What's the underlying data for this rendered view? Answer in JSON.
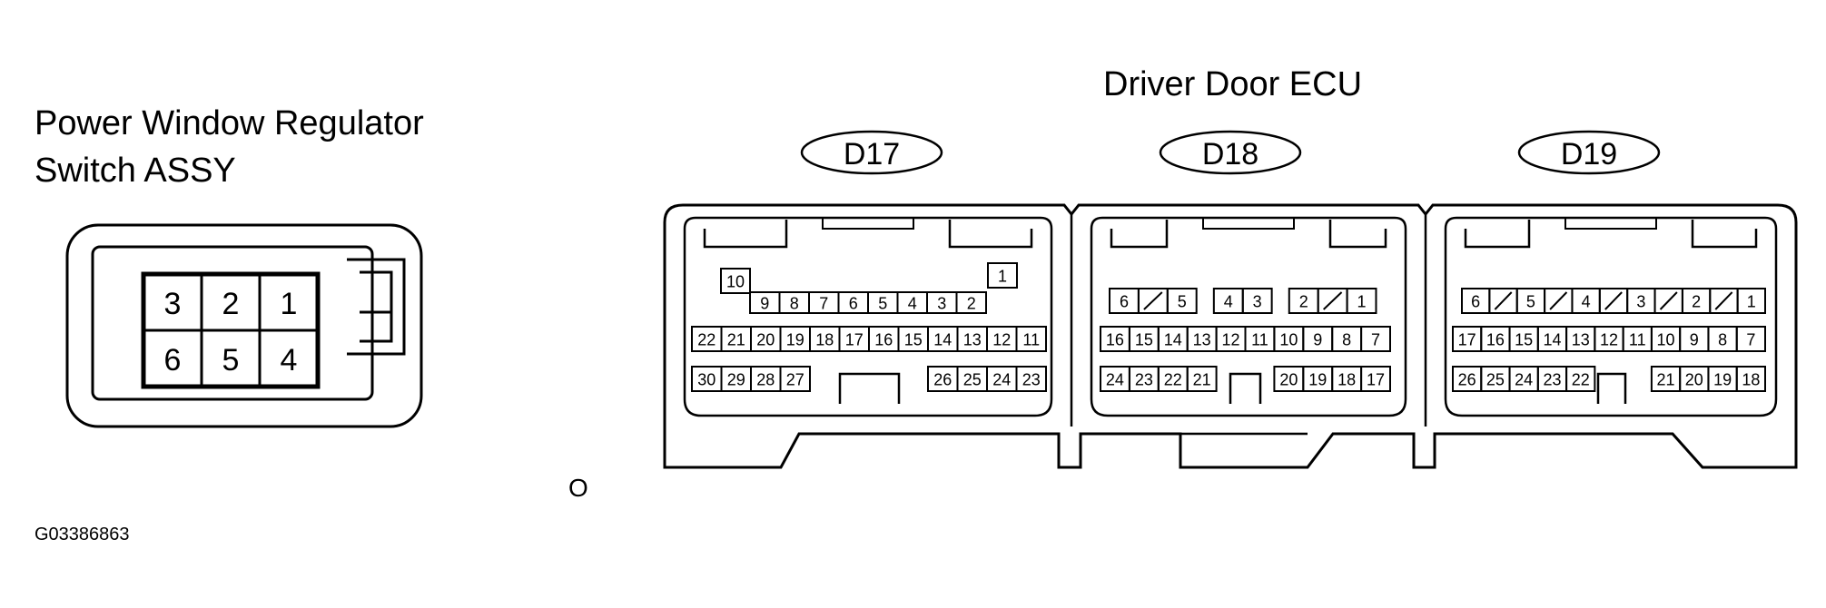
{
  "switch": {
    "title_line1": "Power Window Regulator",
    "title_line2": "Switch ASSY",
    "pins_top": [
      "3",
      "2",
      "1"
    ],
    "pins_bottom": [
      "6",
      "5",
      "4"
    ]
  },
  "ecu": {
    "title": "Driver Door ECU",
    "connectors": [
      {
        "code": "D17",
        "row1": [
          "10",
          "9",
          "8",
          "7",
          "6",
          "5",
          "4",
          "3",
          "2",
          "1"
        ],
        "row2": [
          "22",
          "21",
          "20",
          "19",
          "18",
          "17",
          "16",
          "15",
          "14",
          "13",
          "12",
          "11"
        ],
        "row3": [
          "30",
          "29",
          "28",
          "27",
          "26",
          "25",
          "24",
          "23"
        ]
      },
      {
        "code": "D18",
        "row1": [
          "6",
          "5",
          "4",
          "3",
          "2",
          "1"
        ],
        "row2": [
          "16",
          "15",
          "14",
          "13",
          "12",
          "11",
          "10",
          "9",
          "8",
          "7"
        ],
        "row3": [
          "24",
          "23",
          "22",
          "21",
          "20",
          "19",
          "18",
          "17"
        ]
      },
      {
        "code": "D19",
        "row1": [
          "6",
          "5",
          "4",
          "3",
          "2",
          "1"
        ],
        "row2": [
          "17",
          "16",
          "15",
          "14",
          "13",
          "12",
          "11",
          "10",
          "9",
          "8",
          "7"
        ],
        "row3": [
          "26",
          "25",
          "24",
          "23",
          "22",
          "21",
          "20",
          "19",
          "18"
        ]
      }
    ]
  },
  "stray_label": "O",
  "figure_id": "G03386863"
}
